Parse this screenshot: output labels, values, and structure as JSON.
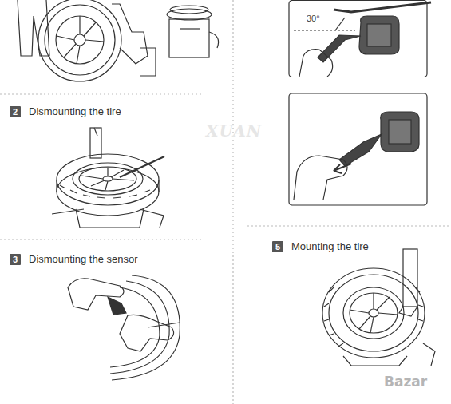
{
  "diagram": {
    "nodes": [
      {
        "text": [
          "2"
        ]
      },
      {
        "text": [
          "3"
        ]
      },
      {
        "text": [
          "30°"
        ]
      },
      {
        "text": [
          "5"
        ]
      }
    ],
    "labels": [
      "Dismounting the tire",
      "Dismounting the sensor",
      "Mounting the tire",
      "XUAN",
      "Bazar"
    ]
  }
}
